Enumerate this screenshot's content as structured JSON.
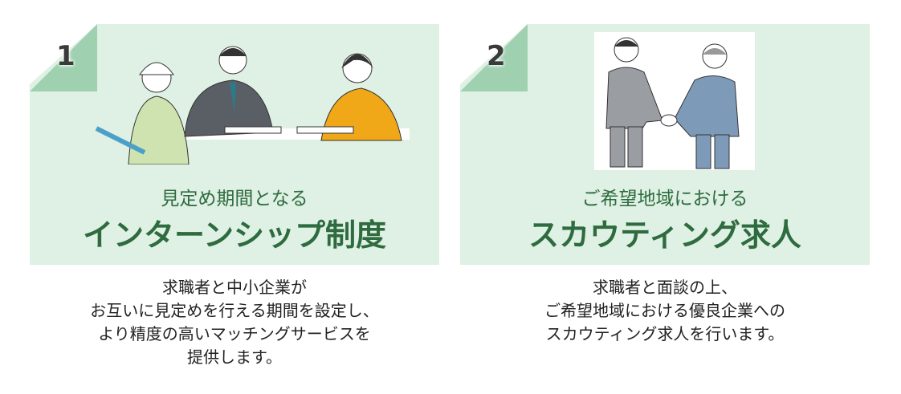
{
  "cards": [
    {
      "number": "1",
      "subtitle": "見定め期間となる",
      "title": "インターンシップ制度",
      "description": [
        "求職者と中小企業が",
        "お互いに見定めを行える期間を設定し、",
        "より精度の高いマッチングサービスを",
        "提供します。"
      ]
    },
    {
      "number": "2",
      "subtitle": "ご希望地域における",
      "title": "スカウティング求人",
      "description": [
        "求職者と面談の上、",
        "ご希望地域における優良企業への",
        "スカウティング求人を行います。"
      ]
    }
  ],
  "colors": {
    "card_bg": "#dff0e4",
    "fold": "#9fd1b0",
    "title": "#2e6b3e"
  }
}
